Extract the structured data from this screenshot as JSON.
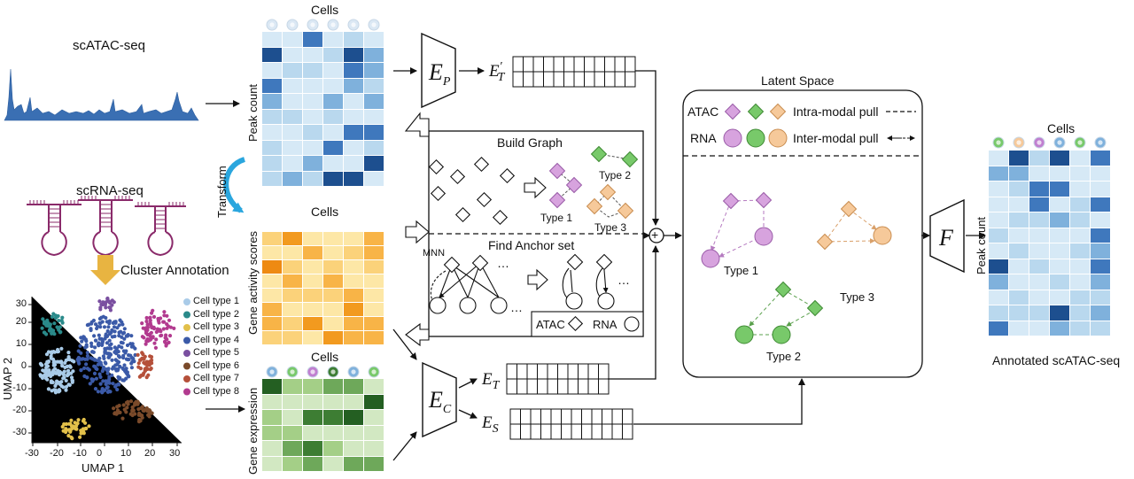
{
  "scatac": {
    "title": "scATAC-seq"
  },
  "scrna": {
    "title": "scRNA-seq"
  },
  "cluster_annotation": "Cluster Annotation",
  "umap": {
    "xlabel": "UMAP 1",
    "ylabel": "UMAP 2",
    "xticks": [
      "-30",
      "-20",
      "-10",
      "0",
      "10",
      "20",
      "30"
    ],
    "yticks": [
      "30",
      "20",
      "10",
      "0",
      "-10",
      "-20",
      "-30"
    ],
    "legend": [
      {
        "label": "Cell type 1",
        "color": "#a9cbe8"
      },
      {
        "label": "Cell type 2",
        "color": "#2a8a8a"
      },
      {
        "label": "Cell type 3",
        "color": "#e2c04a"
      },
      {
        "label": "Cell type 4",
        "color": "#3b5aa8"
      },
      {
        "label": "Cell type 5",
        "color": "#7a4fa0"
      },
      {
        "label": "Cell type 6",
        "color": "#7a4a2a"
      },
      {
        "label": "Cell type 7",
        "color": "#b5503a"
      },
      {
        "label": "Cell type 8",
        "color": "#b23a8f"
      }
    ]
  },
  "matrices": {
    "peak": {
      "title": "Cells",
      "side_label": "Peak count"
    },
    "activity": {
      "title": "Cells",
      "side_label": "Gene activity scores"
    },
    "expression": {
      "title": "Cells",
      "side_label": "Gene expression"
    },
    "annotated": {
      "title": "Cells",
      "side_label": "Peak count",
      "caption": "Annotated scATAC-seq"
    }
  },
  "transform_label": "Transform",
  "encoders": {
    "ep": {
      "letter": "E",
      "sub": "P"
    },
    "ec": {
      "letter": "E",
      "sub": "C"
    },
    "f": {
      "letter": "F"
    }
  },
  "embeddings": {
    "et_prime": {
      "letter": "E",
      "sup": "′",
      "sub": "T"
    },
    "et": {
      "letter": "E",
      "sub": "T"
    },
    "es": {
      "letter": "E",
      "sub": "S"
    }
  },
  "build_graph": {
    "title": "Build Graph",
    "type1": "Type 1",
    "type2": "Type 2",
    "type3": "Type 3"
  },
  "anchor": {
    "title": "Find Anchor set",
    "mnn": "MNN",
    "ellipsis": "…",
    "legend_atac": "ATAC",
    "legend_rna": "RNA"
  },
  "plus": "+",
  "latent": {
    "title": "Latent Space",
    "atac": "ATAC",
    "rna": "RNA",
    "intra": "Intra-modal pull",
    "inter": "Inter-modal pull",
    "type1": "Type 1",
    "type2": "Type 2",
    "type3": "Type 3"
  },
  "colors": {
    "purple": "#d7a3de",
    "green": "#78c96a",
    "orange": "#f6c99a",
    "box": "#222222"
  }
}
